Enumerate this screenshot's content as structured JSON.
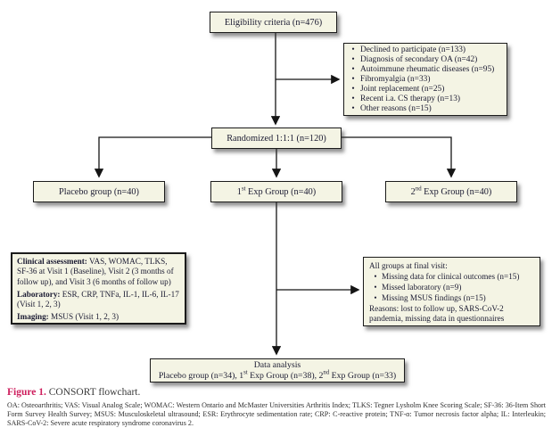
{
  "flowchart": {
    "eligibility": {
      "label": "Eligibility criteria (n=476)"
    },
    "excluded": {
      "items": [
        "Declined to participate (n=133)",
        "Diagnosis of secondary OA (n=42)",
        "Autoimmune rheumatic diseases (n=95)",
        "Fibromyalgia (n=33)",
        "Joint replacement (n=25)",
        "Recent i.a. CS therapy (n=13)",
        "Other reasons (n=15)"
      ]
    },
    "randomized": {
      "label": "Randomized 1:1:1 (n=120)"
    },
    "groups": {
      "placebo": {
        "label": "Placebo group (n=40)"
      },
      "exp1": {
        "num": "1",
        "sup": "st",
        "rest": " Exp Group (n=40)"
      },
      "exp2": {
        "num": "2",
        "sup": "nd",
        "rest": " Exp Group (n=40)"
      }
    },
    "assessment": {
      "clinical_label": "Clinical assessment:",
      "clinical_text": " VAS, WOMAC, TLKS, SF-36 at Visit 1 (Baseline), Visit 2 (3 months of follow up), and Visit 3 (6 months of follow up)",
      "laboratory_label": "Laboratory:",
      "laboratory_text": " ESR, CRP, TNFa, IL-1, IL-6, IL-17 (Visit 1, 2, 3)",
      "imaging_label": "Imaging:",
      "imaging_text": " MSUS (Visit 1, 2, 3)"
    },
    "final_visit": {
      "heading": "All groups at final visit:",
      "items": [
        "Missing data for clinical outcomes (n=15)",
        "Missed laboratory (n=9)",
        "Missing MSUS findings (n=15)"
      ],
      "reasons": "Reasons: lost to follow up, SARS-CoV-2 pandemia, missing data in questionnaires"
    },
    "analysis": {
      "title": "Data analysis",
      "p1": "Placebo group (n=34), 1",
      "sup1": "st",
      "p2": " Exp Group (n=38), 2",
      "sup2": "nd",
      "p3": " Exp Group (n=33)"
    }
  },
  "caption": {
    "figure_label": "Figure 1.",
    "figure_text": " CONSORT flowchart."
  },
  "footnote": "OA: Osteoarthritis; VAS: Visual Analog Scale; WOMAC: Western Ontario and McMaster Universities Arthritis Index; TLKS: Tegner Lysholm Knee Scoring Scale; SF-36: 36-Item Short Form Survey Health Survey; MSUS: Musculoskeletal ultrasound; ESR: Erythrocyte sedimentation rate; CRP: C-reactive protein; TNF-α: Tumor necrosis factor alpha; IL: Interleukin; SARS-CoV-2: Severe acute respiratory syndrome coronavirus 2.",
  "colors": {
    "box_fill": "#f4f4e4",
    "box_border": "#1b1b1b",
    "box_text": "#1b1b32",
    "figure_label": "#ce1f5e",
    "arrow": "#151515",
    "background": "#ffffff"
  }
}
